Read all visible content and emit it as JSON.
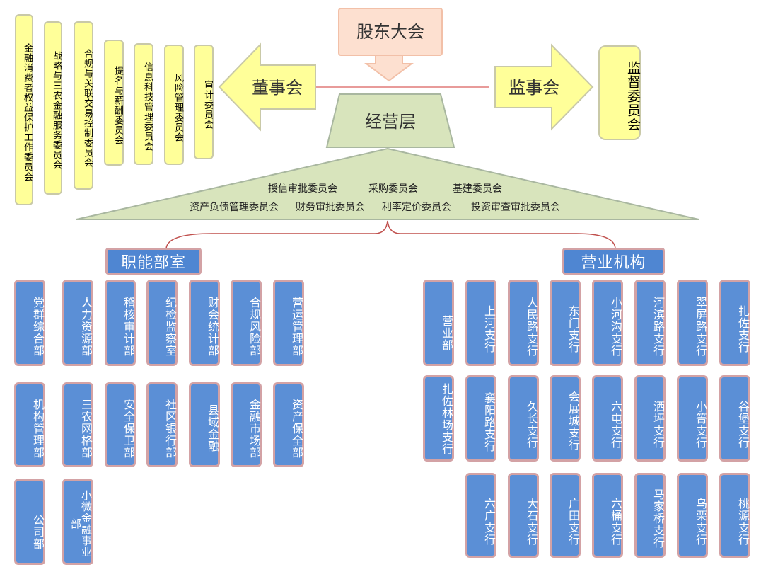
{
  "top": {
    "shareholders": "股东大会",
    "board": "董事会",
    "supervisory": "监事会",
    "management": "经营层"
  },
  "board_committees": [
    "金融消费者权益保护工作委员会",
    "战略与三农金融服务委员会",
    "合规与关联交易控制委员会",
    "提名与薪酬委员会",
    "信息科技管理委员会",
    "风险管理委员会",
    "审计委员会"
  ],
  "supervisory_committee": "监督委员会",
  "management_committees": {
    "row1": [
      "授信审批委员会",
      "采购委员会",
      "基建委员会"
    ],
    "row2": [
      "资产负债管理委员会",
      "财务审批委员会",
      "利率定价委员会",
      "投资审查审批委员会"
    ]
  },
  "functional": {
    "title": "职能部室",
    "row1": [
      "党群综合部",
      "人力资源部",
      "稽核审计部",
      "纪检监察室",
      "财会统计部",
      "合规风险部",
      "营运管理部"
    ],
    "row2": [
      "机构管理部",
      "三农网格部",
      "安全保卫部",
      "社区银行部",
      "县域金融",
      "金融市场部",
      "资产保全部"
    ],
    "row3": [
      "公司部",
      "小微金融事业部"
    ]
  },
  "business": {
    "title": "营业机构",
    "row1": [
      "营业部",
      "上河支行",
      "人民路支行",
      "东门支行",
      "小河沟支行",
      "河滨路支行",
      "翠屏路支行",
      "扎佐支行"
    ],
    "row2": [
      "扎佐林场支行",
      "襄阳路支行",
      "久长支行",
      "会展城支行",
      "六屯支行",
      "洒坪支行",
      "小箐支行",
      "谷堡支行"
    ],
    "row3": [
      "六广支行",
      "大石支行",
      "广田支行",
      "六桶支行",
      "马家桥支行",
      "乌栗支行",
      "桃源支行"
    ]
  },
  "colors": {
    "committee_fill": "#ffff99",
    "arrow_fill": "#ffff99",
    "shareholder_fill": "#fde0d0",
    "management_fill": "#d8e4bc",
    "dept_fill": "#5b8fd6",
    "dept_border": "#d3a2a5",
    "connector": "#c0504d"
  }
}
